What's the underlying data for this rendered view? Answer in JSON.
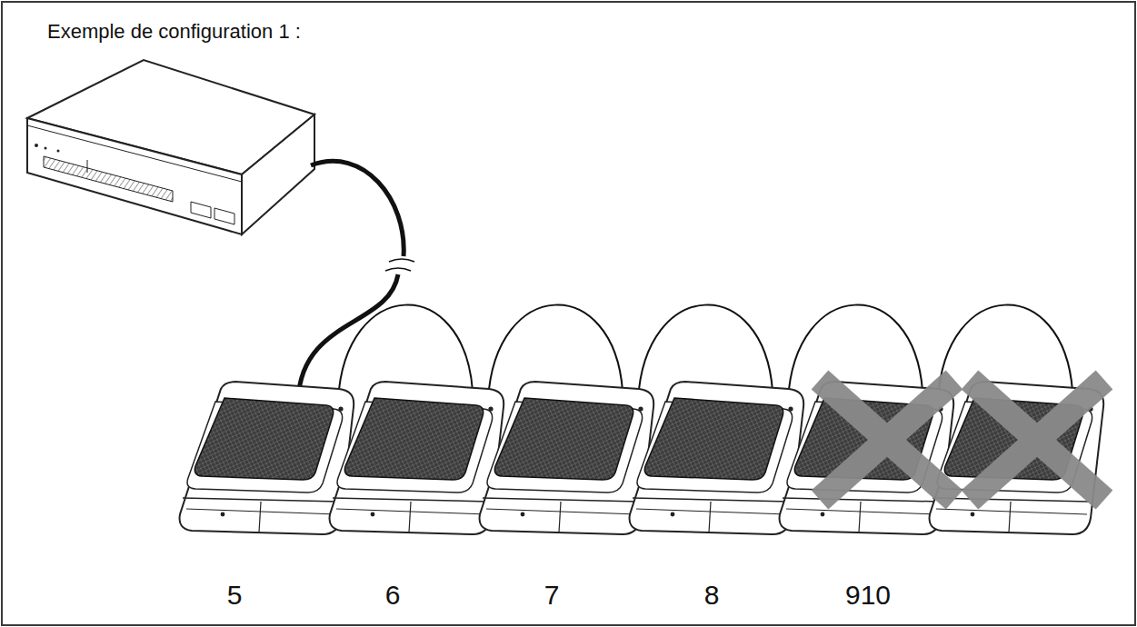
{
  "diagram": {
    "title": "Exemple de configuration 1 :",
    "labels": [
      "5",
      "6",
      "7",
      "8",
      "910"
    ]
  }
}
